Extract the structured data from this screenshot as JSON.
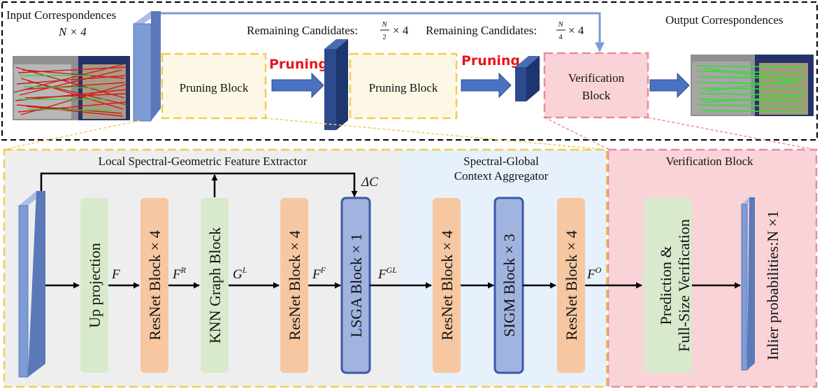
{
  "top": {
    "input_title": "Input Correspondences",
    "input_size": "N × 4",
    "output_title": "Output Correspondences",
    "remaining1_prefix": "Remaining Candidates:",
    "remaining1_num": "N",
    "remaining1_den": "2",
    "remaining1_suffix": "× 4",
    "remaining2_prefix": "Remaining Candidates:",
    "remaining2_num": "N",
    "remaining2_den": "4",
    "remaining2_suffix": "× 4",
    "pruning_block_1": "Pruning Block",
    "pruning_block_2": "Pruning Block",
    "pruning_label_1": "Pruning",
    "pruning_label_2": "Pruning",
    "verification_line1": "Verification",
    "verification_line2": "Block"
  },
  "bottom": {
    "lsfe_title": "Local Spectral-Geometric Feature Extractor",
    "sgca_title_line1": "Spectral-Global",
    "sgca_title_line2": "Context Aggregator",
    "verif_title": "Verification Block",
    "delta_c": "ΔC",
    "blocks": {
      "up_projection": "Up projection",
      "resnet_1": "ResNet Block × 4",
      "knn": "KNN Graph Block",
      "resnet_2": "ResNet Block × 4",
      "lsga": "LSGA Block × 1",
      "resnet_3": "ResNet Block × 4",
      "sigm": "SIGM Block × 3",
      "resnet_4": "ResNet Block × 4",
      "prediction_line1": "Prediction &",
      "prediction_line2": "Full-Size Verification",
      "inlier": "Inlier probabilities:N ×1"
    },
    "symbols": {
      "f_base": "F",
      "fr_base": "F",
      "fr_sup": "R",
      "gl_base": "G",
      "gl_sup": "L",
      "ff_base": "F",
      "ff_sup": "F",
      "fgl_base": "F",
      "fgl_sup": "GL",
      "fo_base": "F",
      "fo_sup": "O"
    }
  },
  "colors": {
    "blue_bar": "#7d9bd4",
    "dark_bar": "#2c4a8c",
    "pruning_fill": "#fdf8e6",
    "pruning_border": "#f2cc4f",
    "verification_fill": "#f9d3d7",
    "verification_border": "#e58e9b",
    "green_block": "#d8eacb",
    "orange_block": "#f6c7a1",
    "lsga_fill": "#a1b4e0",
    "lsga_border": "#3a5aa8",
    "lsfe_bg": "#eeeeee",
    "sgca_bg": "#e7f1fb",
    "pruning_text": "#e8151b"
  }
}
